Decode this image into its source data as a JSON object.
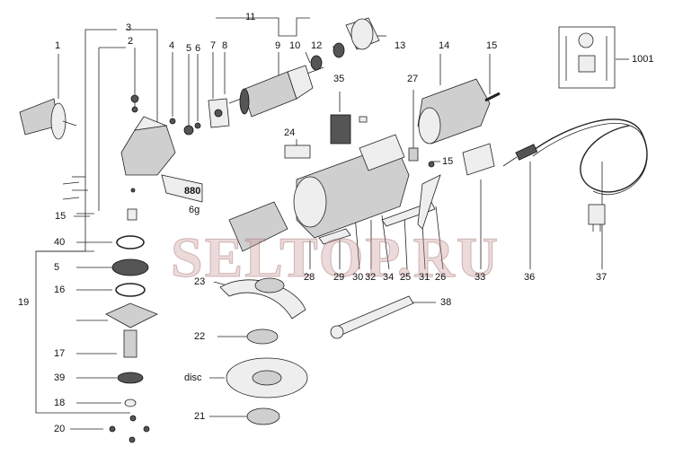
{
  "labels": {
    "l1": "1",
    "l2": "2",
    "l3": "3",
    "l4": "4",
    "l5": "5",
    "l6": "6",
    "l7": "7",
    "l8": "8",
    "l9": "9",
    "l10": "10",
    "l11": "11",
    "l12": "12",
    "l13": "13",
    "l14": "14",
    "l15a": "15",
    "l15b": "15",
    "l15c": "15",
    "l16": "16",
    "l17": "17",
    "l18": "18",
    "l19": "19",
    "l20": "20",
    "l21": "21",
    "l22": "22",
    "l23": "23",
    "l24": "24",
    "l25": "25",
    "l26": "26",
    "l27": "27",
    "l28": "28",
    "l29": "29",
    "l30": "30",
    "l31": "31",
    "l32": "32",
    "l33": "33",
    "l34": "34",
    "l35": "35",
    "l36": "36",
    "l37": "37",
    "l38": "38",
    "l39": "39",
    "l40": "40",
    "l1001": "1001",
    "disc": "disc",
    "grease_qty": "880",
    "grease_weight": "6g"
  },
  "watermark": "SELTOP.RU",
  "colors": {
    "lines": "#222222",
    "parts": "#cfcfcf",
    "watermark": "#c89696"
  }
}
